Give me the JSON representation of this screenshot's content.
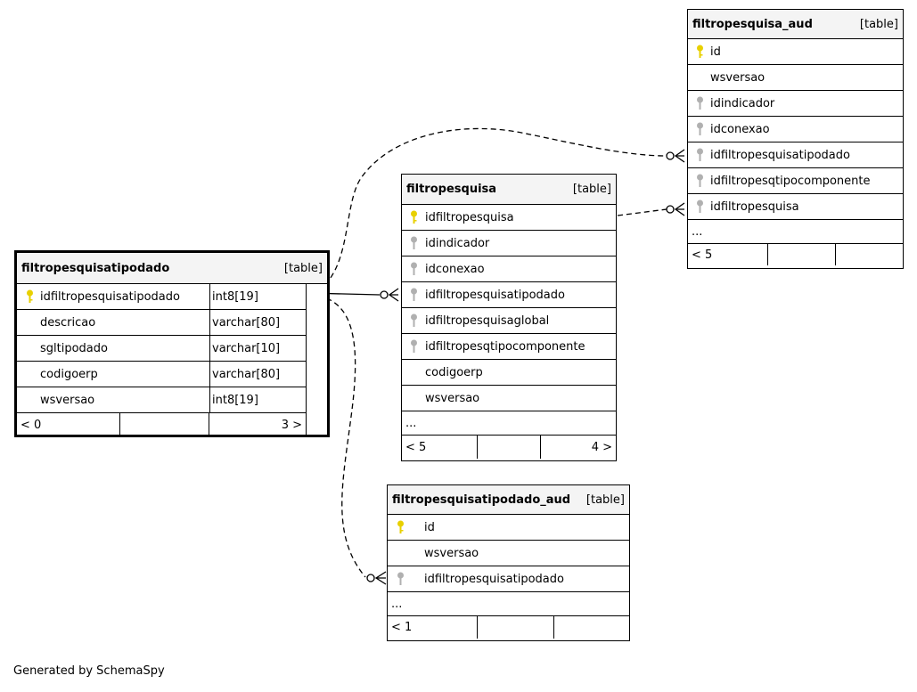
{
  "footer_text": "Generated by SchemaSpy",
  "tables": {
    "ftpt": {
      "name": "filtropesquisatipodado",
      "type": "[table]",
      "columns": [
        {
          "name": "idfiltropesquisatipodado",
          "datatype": "int8[19]",
          "key": "primary"
        },
        {
          "name": "descricao",
          "datatype": "varchar[80]",
          "key": "none"
        },
        {
          "name": "sgltipodado",
          "datatype": "varchar[10]",
          "key": "none"
        },
        {
          "name": "codigoerp",
          "datatype": "varchar[80]",
          "key": "none"
        },
        {
          "name": "wsversao",
          "datatype": "int8[19]",
          "key": "none"
        }
      ],
      "footer": {
        "parents": "< 0",
        "children": "3 >"
      }
    },
    "fp": {
      "name": "filtropesquisa",
      "type": "[table]",
      "columns": [
        {
          "name": "idfiltropesquisa",
          "key": "primary"
        },
        {
          "name": "idindicador",
          "key": "foreign"
        },
        {
          "name": "idconexao",
          "key": "foreign"
        },
        {
          "name": "idfiltropesquisatipodado",
          "key": "foreign"
        },
        {
          "name": "idfiltropesquisaglobal",
          "key": "foreign"
        },
        {
          "name": "idfiltropesqtipocomponente",
          "key": "foreign"
        },
        {
          "name": "codigoerp",
          "key": "none"
        },
        {
          "name": "wsversao",
          "key": "none"
        }
      ],
      "more": "...",
      "footer": {
        "parents": "< 5",
        "children": "4 >"
      }
    },
    "fpa": {
      "name": "filtropesquisa_aud",
      "type": "[table]",
      "columns": [
        {
          "name": "id",
          "key": "primary"
        },
        {
          "name": "wsversao",
          "key": "none"
        },
        {
          "name": "idindicador",
          "key": "foreign"
        },
        {
          "name": "idconexao",
          "key": "foreign"
        },
        {
          "name": "idfiltropesquisatipodado",
          "key": "foreign"
        },
        {
          "name": "idfiltropesqtipocomponente",
          "key": "foreign"
        },
        {
          "name": "idfiltropesquisa",
          "key": "foreign"
        }
      ],
      "more": "...",
      "footer": {
        "parents": "< 5",
        "children": ""
      }
    },
    "ftpta": {
      "name": "filtropesquisatipodado_aud",
      "type": "[table]",
      "columns": [
        {
          "name": "id",
          "key": "primary"
        },
        {
          "name": "wsversao",
          "key": "none"
        },
        {
          "name": "idfiltropesquisatipodado",
          "key": "foreign"
        }
      ],
      "more": "...",
      "footer": {
        "parents": "< 1",
        "children": ""
      }
    }
  },
  "relationships": [
    {
      "from": "filtropesquisatipodado.idfiltropesquisatipodado",
      "to": "filtropesquisa.idfiltropesquisatipodado",
      "style": "solid"
    },
    {
      "from": "filtropesquisatipodado.idfiltropesquisatipodado",
      "to": "filtropesquisa_aud.idfiltropesquisatipodado",
      "style": "dashed"
    },
    {
      "from": "filtropesquisatipodado.idfiltropesquisatipodado",
      "to": "filtropesquisatipodado_aud.idfiltropesquisatipodado",
      "style": "dashed"
    },
    {
      "from": "filtropesquisa.idfiltropesquisa",
      "to": "filtropesquisa_aud.idfiltropesquisa",
      "style": "dashed"
    }
  ],
  "colors": {
    "primary_key": "#e8d000",
    "foreign_key": "#b0b0b0",
    "header_bg": "#f4f4f4"
  }
}
